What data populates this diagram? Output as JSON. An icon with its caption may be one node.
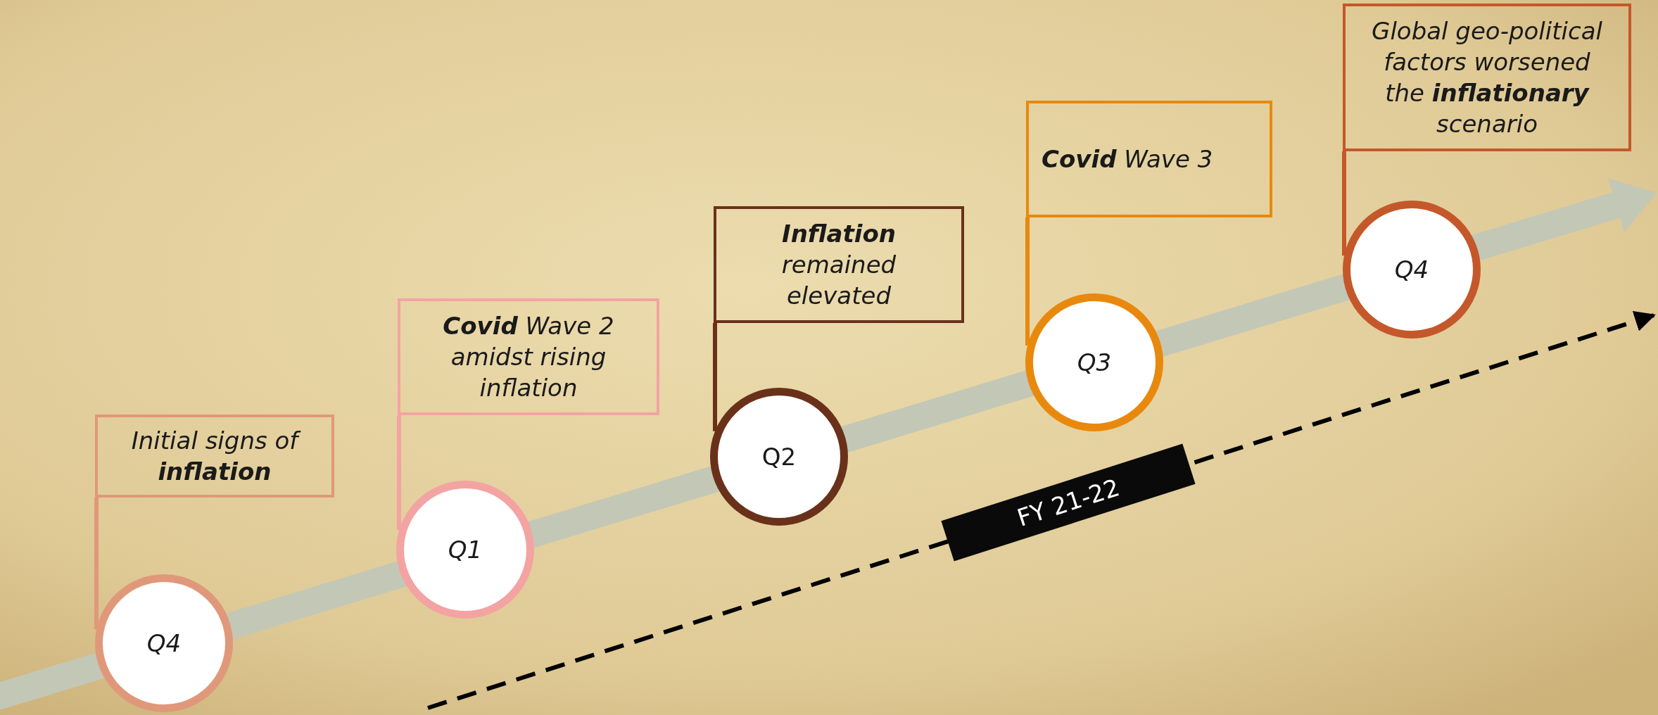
{
  "diagram": {
    "nodes": [
      {
        "text": [
          "Initial signs of **inflation**"
        ]
      },
      {
        "text": [
          "Q4"
        ]
      },
      {
        "text": [
          "**Covid** Wave 2 amidst rising inflation"
        ]
      },
      {
        "text": [
          "Q1"
        ]
      },
      {
        "text": [
          "**Inflation** remained elevated"
        ]
      },
      {
        "text": [
          "Q2"
        ]
      },
      {
        "text": [
          "**Covid** Wave 3"
        ]
      },
      {
        "text": [
          "Q3"
        ]
      },
      {
        "text": [
          "Global geo-political factors worsened the **inflationary** scenario"
        ]
      },
      {
        "text": [
          "Q4"
        ]
      }
    ],
    "edges": [
      {
        "from": 0,
        "to": 1,
        "arrow": "none",
        "color": "#e0987a"
      },
      {
        "from": 2,
        "to": 3,
        "arrow": "none",
        "color": "#f4a3a3"
      },
      {
        "from": 4,
        "to": 5,
        "arrow": "none",
        "color": "#6a311a"
      },
      {
        "from": 6,
        "to": 7,
        "arrow": "none",
        "color": "#e8890e"
      },
      {
        "from": 8,
        "to": 9,
        "arrow": "none",
        "color": "#c4582a"
      }
    ],
    "labels": [
      "FY 21-22"
    ]
  }
}
